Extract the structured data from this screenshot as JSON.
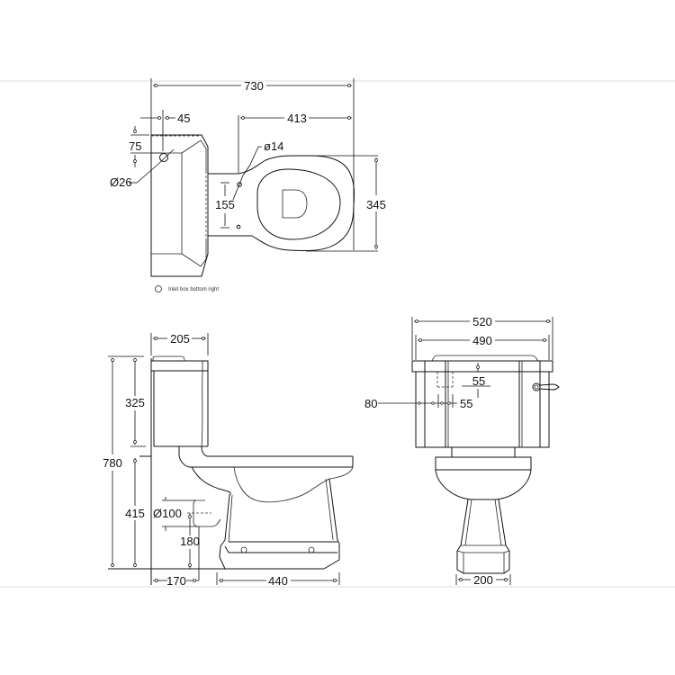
{
  "diagram": {
    "title": "",
    "type": "technical-dimension-drawing",
    "subject": "close-coupled toilet with cistern",
    "units": "mm",
    "views": {
      "plan": {
        "dimensions": {
          "overall_depth": "730",
          "inlet_offset_side": "45",
          "pan_front_to_hole": "413",
          "inlet_offset_back": "75",
          "inlet_diameter": "Ø26",
          "fixing_hole_diameter": "ø14",
          "fixing_hole_spacing": "155",
          "pan_width": "345"
        },
        "legend": {
          "symbol": "circle",
          "text": "Inlet box bottom right"
        }
      },
      "side": {
        "dimensions": {
          "cistern_depth": "205",
          "cistern_height": "325",
          "overall_height": "780",
          "pan_height": "415",
          "outlet_diameter": "Ø100",
          "outlet_height": "180",
          "wall_to_outlet": "170",
          "base_length": "440"
        }
      },
      "front": {
        "dimensions": {
          "cistern_width": "520",
          "cistern_body_width": "490",
          "inlet_from_top": "55",
          "inlet_from_side": "80",
          "inlet_width": "55",
          "pedestal_width": "200"
        }
      }
    }
  }
}
